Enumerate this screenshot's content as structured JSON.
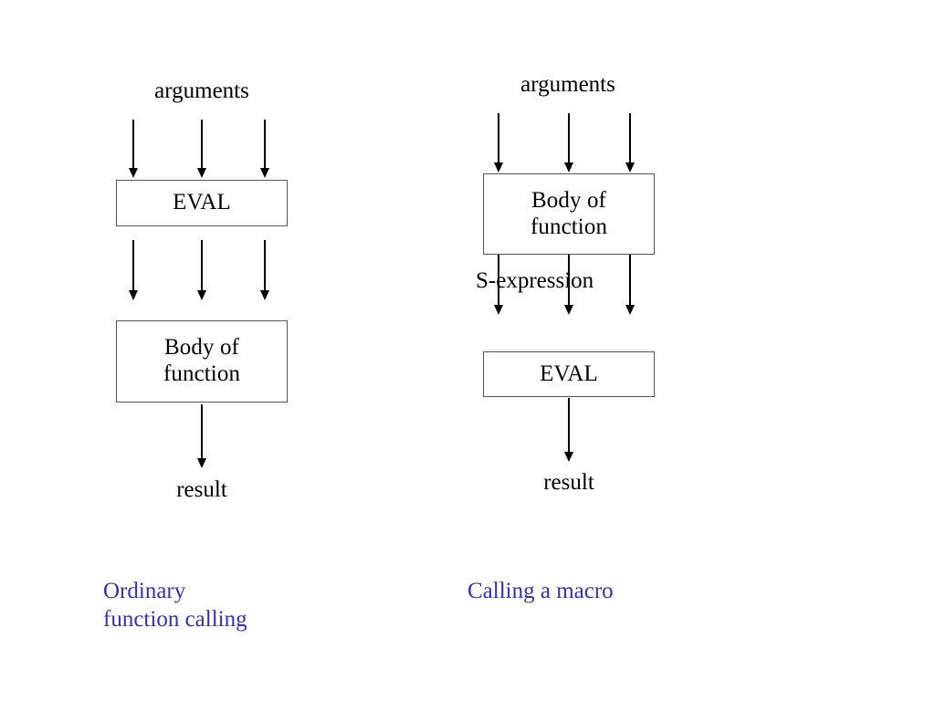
{
  "diagram": {
    "title_implicit": "Ordinary function calling vs Calling a macro",
    "background_color": "#ffffff",
    "box_border_color": "#555555",
    "arrow_color": "#000000",
    "caption_color": "#3531ad",
    "text_color": "#000000"
  },
  "left_column": {
    "caption": "Ordinary\nfunction calling",
    "top_label": "arguments",
    "box1": "EVAL",
    "box2": "Body of\nfunction",
    "bottom_label": "result",
    "arrows_in_count": 3,
    "arrows_mid_count": 3,
    "arrows_out_count": 1
  },
  "right_column": {
    "caption": "Calling a macro",
    "top_label": "arguments",
    "box1": "Body of\nfunction",
    "mid_label": "S-expression",
    "box2": "EVAL",
    "bottom_label": "result",
    "arrows_in_count": 3,
    "arrows_mid_count": 3,
    "arrows_out_count": 1
  }
}
